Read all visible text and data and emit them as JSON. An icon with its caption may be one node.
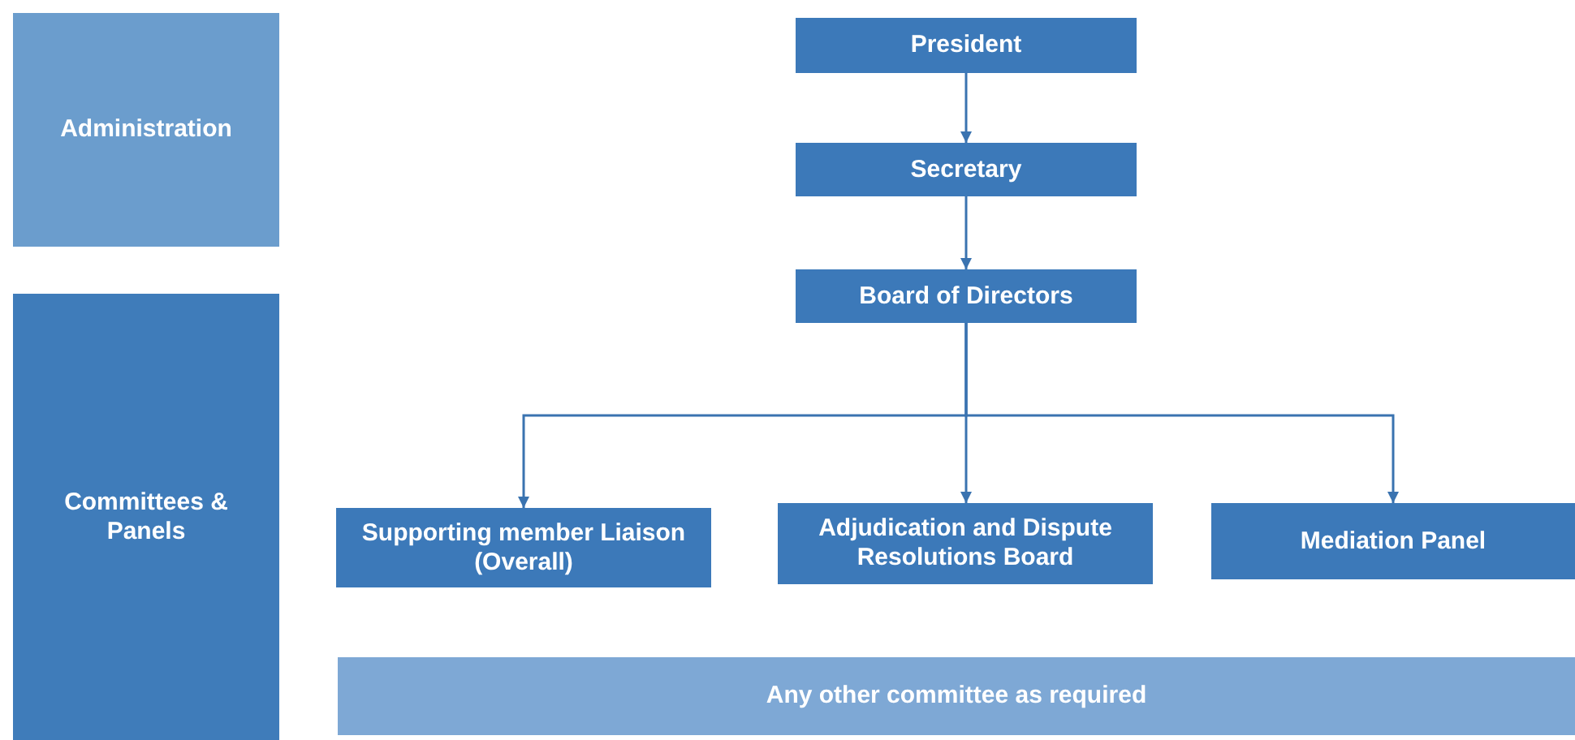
{
  "diagram": {
    "nodes": [
      {
        "text": [
          "Administration"
        ]
      },
      {
        "text": [
          "President"
        ]
      },
      {
        "text": [
          "Secretary"
        ]
      },
      {
        "text": [
          "Board of Directors"
        ]
      },
      {
        "text": [
          "Committees & Panels"
        ]
      },
      {
        "text": [
          "Supporting member Liaison (Overall)"
        ]
      },
      {
        "text": [
          "Adjudication and Dispute Resolutions Board"
        ]
      },
      {
        "text": [
          "Mediation Panel"
        ]
      },
      {
        "text": [
          "Any other committee as required"
        ]
      }
    ],
    "edges": [
      {
        "from": 1,
        "to": 2,
        "arrow": "to"
      },
      {
        "from": 2,
        "to": 3,
        "arrow": "to"
      },
      {
        "from": 3,
        "to": 5,
        "arrow": "to"
      },
      {
        "from": 3,
        "to": 6,
        "arrow": "to"
      },
      {
        "from": 3,
        "to": 7,
        "arrow": "to"
      }
    ]
  }
}
